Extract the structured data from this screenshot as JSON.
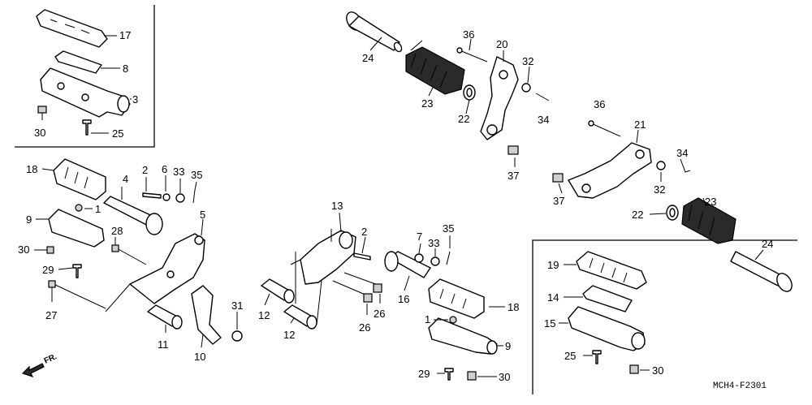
{
  "diagram": {
    "drawing_code": "MCH4-F2301",
    "direction_label": "FR.",
    "callouts": [
      {
        "id": "c17a",
        "label": "17"
      },
      {
        "id": "c8",
        "label": "8"
      },
      {
        "id": "c3",
        "label": "3"
      },
      {
        "id": "c30a",
        "label": "30"
      },
      {
        "id": "c25a",
        "label": "25"
      },
      {
        "id": "c24a",
        "label": "24"
      },
      {
        "id": "c23a",
        "label": "23"
      },
      {
        "id": "c22a",
        "label": "22"
      },
      {
        "id": "c36a",
        "label": "36"
      },
      {
        "id": "c20",
        "label": "20"
      },
      {
        "id": "c32a",
        "label": "32"
      },
      {
        "id": "c34a",
        "label": "34"
      },
      {
        "id": "c37a",
        "label": "37"
      },
      {
        "id": "c36b",
        "label": "36"
      },
      {
        "id": "c21",
        "label": "21"
      },
      {
        "id": "c34b",
        "label": "34"
      },
      {
        "id": "c32b",
        "label": "32"
      },
      {
        "id": "c37b",
        "label": "37"
      },
      {
        "id": "c22b",
        "label": "22"
      },
      {
        "id": "c23b",
        "label": "23"
      },
      {
        "id": "c24b",
        "label": "24"
      },
      {
        "id": "c18a",
        "label": "18"
      },
      {
        "id": "c4",
        "label": "4"
      },
      {
        "id": "c2a",
        "label": "2"
      },
      {
        "id": "c6",
        "label": "6"
      },
      {
        "id": "c33a",
        "label": "33"
      },
      {
        "id": "c35a",
        "label": "35"
      },
      {
        "id": "c9a",
        "label": "9"
      },
      {
        "id": "c1a",
        "label": "1"
      },
      {
        "id": "c5",
        "label": "5"
      },
      {
        "id": "c28",
        "label": "28"
      },
      {
        "id": "c30b",
        "label": "30"
      },
      {
        "id": "c29a",
        "label": "29"
      },
      {
        "id": "c27",
        "label": "27"
      },
      {
        "id": "c11",
        "label": "11"
      },
      {
        "id": "c10",
        "label": "10"
      },
      {
        "id": "c31",
        "label": "31"
      },
      {
        "id": "c13",
        "label": "13"
      },
      {
        "id": "c2b",
        "label": "2"
      },
      {
        "id": "c7",
        "label": "7"
      },
      {
        "id": "c33b",
        "label": "33"
      },
      {
        "id": "c35b",
        "label": "35"
      },
      {
        "id": "c16",
        "label": "16"
      },
      {
        "id": "c18b",
        "label": "18"
      },
      {
        "id": "c26a",
        "label": "26"
      },
      {
        "id": "c26b",
        "label": "26"
      },
      {
        "id": "c12a",
        "label": "12"
      },
      {
        "id": "c12b",
        "label": "12"
      },
      {
        "id": "c1b",
        "label": "1"
      },
      {
        "id": "c9b",
        "label": "9"
      },
      {
        "id": "c29b",
        "label": "29"
      },
      {
        "id": "c30c",
        "label": "30"
      },
      {
        "id": "c19",
        "label": "19"
      },
      {
        "id": "c14",
        "label": "14"
      },
      {
        "id": "c15",
        "label": "15"
      },
      {
        "id": "c25b",
        "label": "25"
      },
      {
        "id": "c30d",
        "label": "30"
      }
    ]
  }
}
